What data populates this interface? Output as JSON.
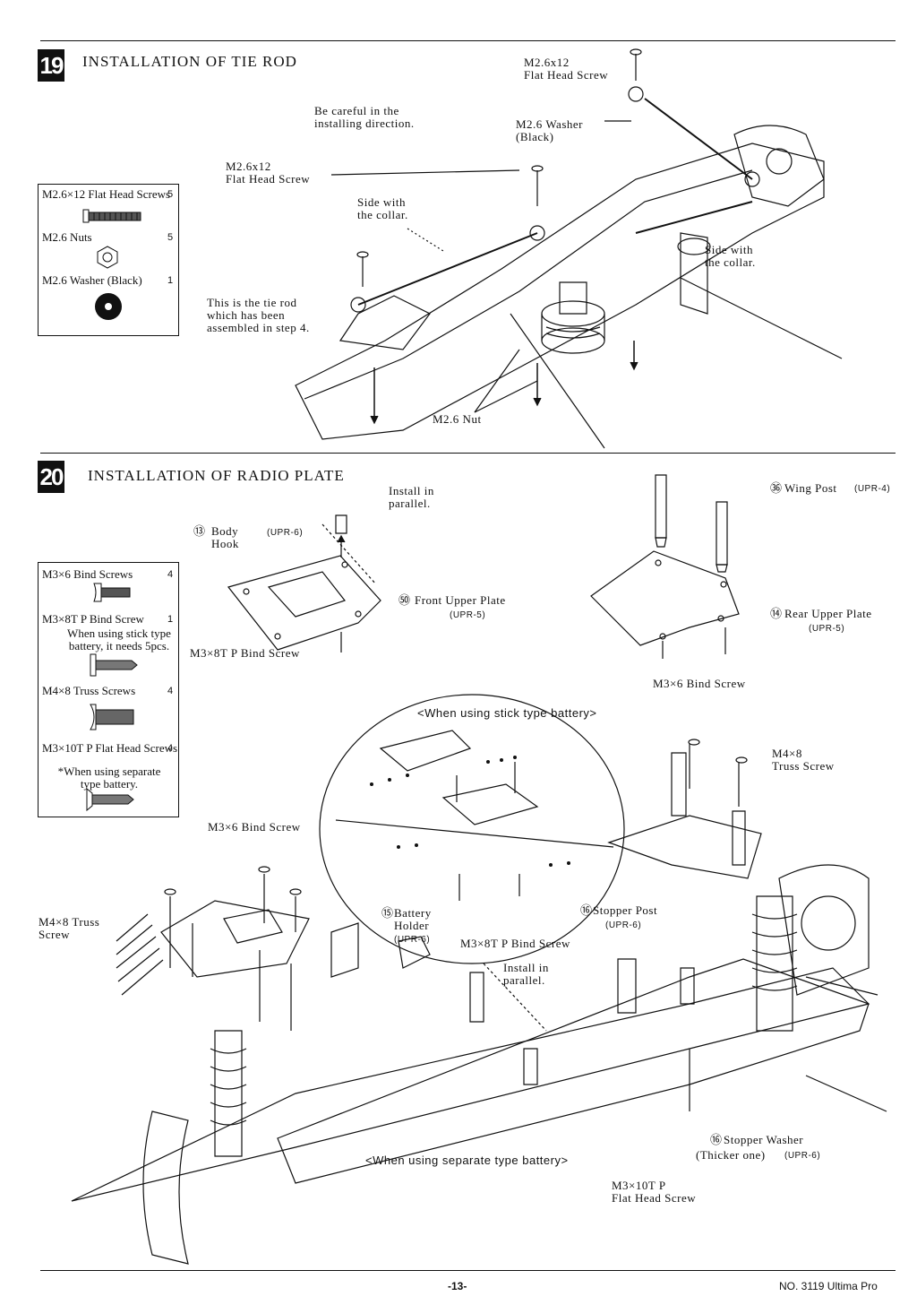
{
  "step19": {
    "number": "19",
    "title": "INSTALLATION OF TIE ROD",
    "parts": [
      {
        "name": "M2.6×12 Flat Head Screws",
        "qty": "5"
      },
      {
        "name": "M2.6 Nuts",
        "qty": "5"
      },
      {
        "name": "M2.6 Washer (Black)",
        "qty": "1"
      }
    ],
    "labels": {
      "screw_top": "M2.6x12\nFlat Head Screw",
      "careful": "Be careful in the\ninstalling direction.",
      "washer": "M2.6 Washer\n(Black)",
      "screw_left": "M2.6x12\nFlat Head Screw",
      "collar_left": "Side with\nthe collar.",
      "collar_right": "Side with\nthe collar.",
      "tierod": "This is the tie rod\nwhich has been\nassembled in step 4.",
      "nut": "M2.6 Nut"
    }
  },
  "step20": {
    "number": "20",
    "title": "INSTALLATION OF RADIO PLATE",
    "parts": [
      {
        "name": "M3×6 Bind Screws",
        "qty": "4"
      },
      {
        "name": "M3×8T P Bind Screw",
        "qty": "1",
        "note": "When using stick type battery, it needs 5pcs."
      },
      {
        "name": "M4×8 Truss Screws",
        "qty": "4"
      },
      {
        "name": "M3×10T P Flat Head Screws",
        "qty": "4",
        "note": "*When using separate type battery."
      }
    ],
    "labels": {
      "install_parallel_top": "Install in\nparallel.",
      "body_hook": "Body\nHook",
      "body_hook_num": "⑬",
      "upr6_a": "(UPR-6)",
      "front_upper_plate": "Front Upper Plate",
      "front_upper_plate_num": "㊿",
      "upr5_a": "(UPR-5)",
      "bind_8tp_a": "M3×8T P Bind Screw",
      "wing_post": "Wing Post",
      "wing_post_num": "㊱",
      "upr4": "(UPR-4)",
      "rear_upper_plate": "Rear Upper Plate",
      "rear_upper_plate_num": "⑭",
      "upr5_b": "(UPR-5)",
      "bind_6_a": "M3×6 Bind Screw",
      "stick_battery": "<When using stick type battery>",
      "bind_6_b": "M3×6 Bind Screw",
      "truss_right": "M4×8\nTruss Screw",
      "truss_left": "M4×8 Truss\nScrew",
      "battery_holder": "Battery\nHolder",
      "battery_holder_num": "⑮",
      "upr6_b": "(UPR-6)",
      "bind_8tp_b": "M3×8T P Bind Screw",
      "stopper_post": "Stopper Post",
      "stopper_post_num": "⑯",
      "upr6_c": "(UPR-6)",
      "install_parallel_mid": "Install in\nparallel.",
      "stopper_washer": "Stopper Washer",
      "stopper_washer_num": "⑯",
      "thicker": "(Thicker one)",
      "upr6_d": "(UPR-6)",
      "separate_battery": "<When using separate type battery>",
      "flat_10tp": "M3×10T P\nFlat Head Screw"
    }
  },
  "footer": {
    "page": "-13-",
    "doc": "NO. 3119 Ultima Pro"
  }
}
